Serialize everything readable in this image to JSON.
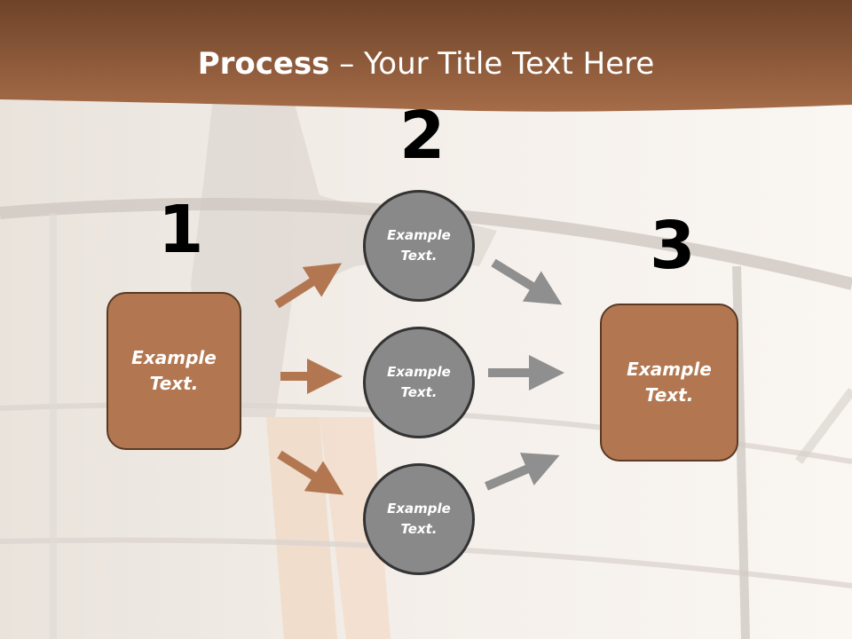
{
  "slide": {
    "title_bold": "Process",
    "title_rest": " – Your Title Text Here",
    "step_numbers": [
      "1",
      "2",
      "3"
    ],
    "left_box_text": "Example Text.",
    "right_box_text": "Example Text.",
    "circles": [
      "Example Text.",
      "Example Text.",
      "Example Text."
    ]
  },
  "colors": {
    "header": "#8a5a3c",
    "box_fill": "#b27750",
    "box_border": "#5a3a24",
    "circle_fill": "#898989",
    "circle_border": "#333333",
    "arrow_brown": "#b27750",
    "arrow_gray": "#8f8f8f"
  }
}
